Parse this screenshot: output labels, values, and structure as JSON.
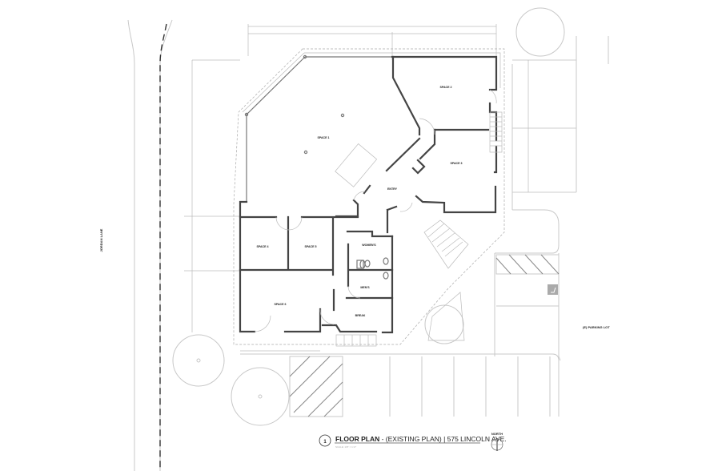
{
  "plan": {
    "rooms": {
      "space1": "SPACE 1",
      "space2": "SPACE 2",
      "space3": "SPACE 3",
      "space4": "SPACE 4",
      "space5": "SPACE 5",
      "space6": "SPACE 6",
      "entry": "ENTRY",
      "womens": "WOMEN'S",
      "mens": "MEN'S",
      "break": "BREAK"
    },
    "site_labels": {
      "street": "JORDAN LANE",
      "parking": "(E) PARKING LOT"
    }
  },
  "title_block": {
    "number": "1",
    "title_bold": "FLOOR PLAN",
    "title_rest": " - (EXISTING PLAN)  | 575 LINCOLN AVE.",
    "scale": "SCALE: 1/8\" = 1'-0\"",
    "north_label": "NORTH"
  },
  "icons": [
    "accessible-parking-icon",
    "north-arrow-icon",
    "tree-icon"
  ]
}
